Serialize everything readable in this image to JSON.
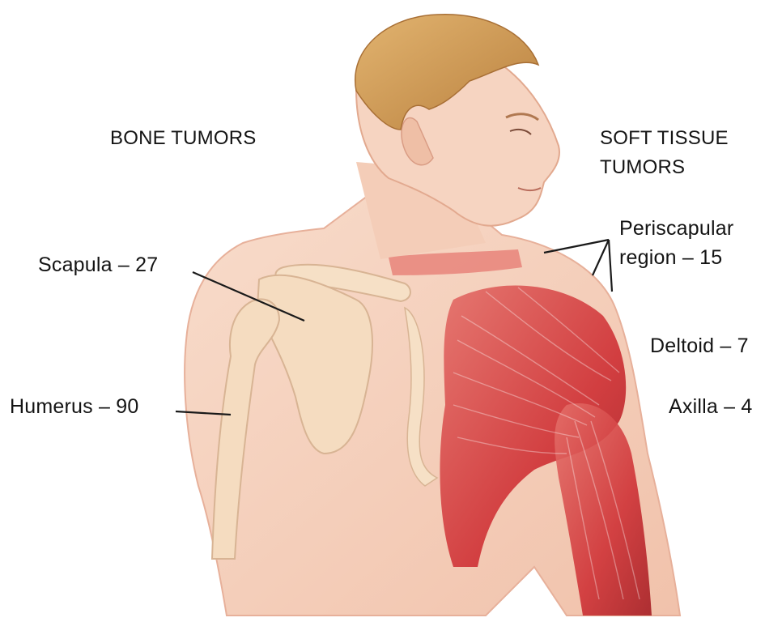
{
  "figure": {
    "headings": {
      "bone": "BONE TUMORS",
      "soft_line1": "SOFT TISSUE",
      "soft_line2": "TUMORS"
    },
    "labels": {
      "scapula": "Scapula – 27",
      "humerus": "Humerus – 90",
      "periscapular_line1": "Periscapular",
      "periscapular_line2": "region – 15",
      "deltoid": "Deltoid –  7",
      "axilla": "Axilla – 4"
    },
    "colors": {
      "skin": "#f6d2bf",
      "skin_shadow": "#e9b39b",
      "bone": "#f5dcc0",
      "bone_outline": "#d8b494",
      "muscle": "#d63a3a",
      "muscle_dark": "#a81f24",
      "hair": "#d7a25a",
      "leader_line": "#1a1a1a"
    }
  }
}
